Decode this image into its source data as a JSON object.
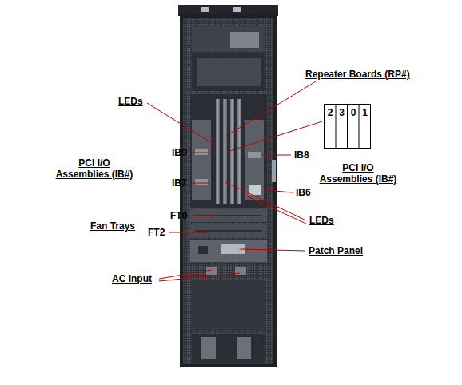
{
  "diagram": {
    "labels": [
      "Repeater Boards (RP#)",
      "LEDs",
      "2",
      "3",
      "0",
      "1",
      "IB9",
      "IB8",
      "PCI I/O Assemblies (IB#)",
      "PCI I/O Assemblies (IB#)",
      "IB7",
      "IB6",
      "LEDs",
      "FT0",
      "Fan Trays",
      "FT2",
      "Patch Panel",
      "AC Input"
    ]
  }
}
